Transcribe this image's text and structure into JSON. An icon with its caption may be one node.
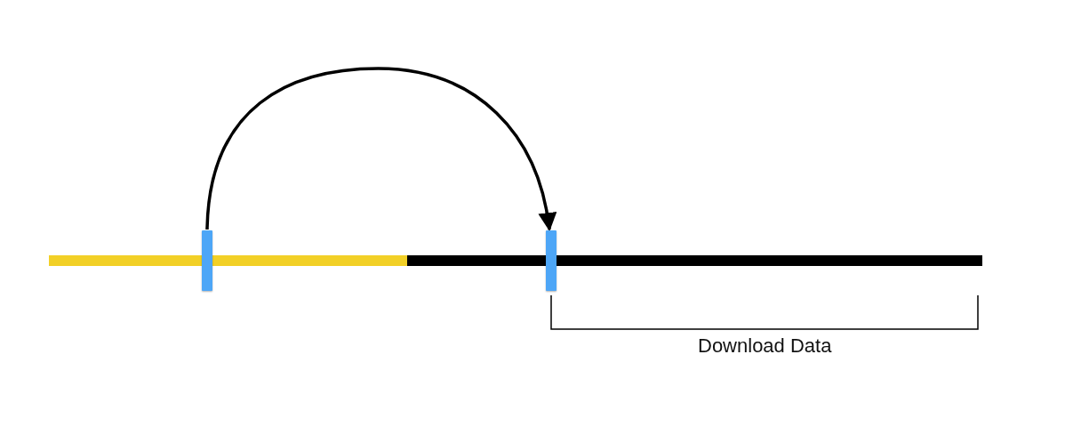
{
  "diagram": {
    "nodes": [
      {
        "text": [],
        "shape": "bar"
      },
      {
        "text": [],
        "shape": "bar"
      }
    ],
    "edges": [
      {
        "from": 0,
        "to": 1,
        "arrow": "to"
      }
    ],
    "labels": [
      "Download Data"
    ]
  }
}
